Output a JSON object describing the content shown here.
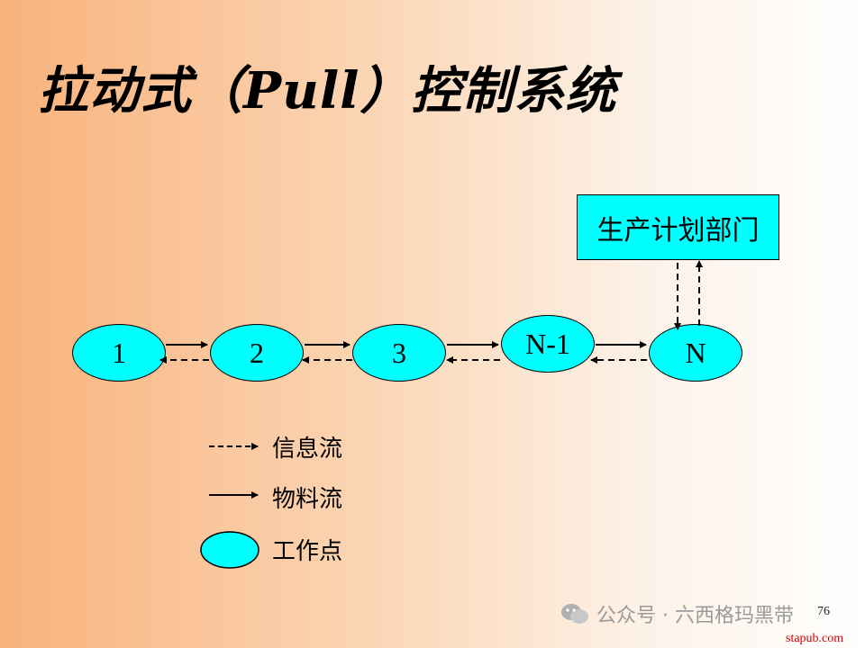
{
  "title": "拉动式（Pull）控制系统",
  "nodes": [
    "1",
    "2",
    "3",
    "N-1",
    "N"
  ],
  "plan_box": "生产计划部门",
  "legend": {
    "info_flow": "信息流",
    "material_flow": "物料流",
    "work_point": "工作点"
  },
  "page_number": "76",
  "watermark": "公众号 · 六西格玛黑带",
  "site": "stapub.com",
  "colors": {
    "node_fill": "#00ffff",
    "stroke": "#000000"
  }
}
